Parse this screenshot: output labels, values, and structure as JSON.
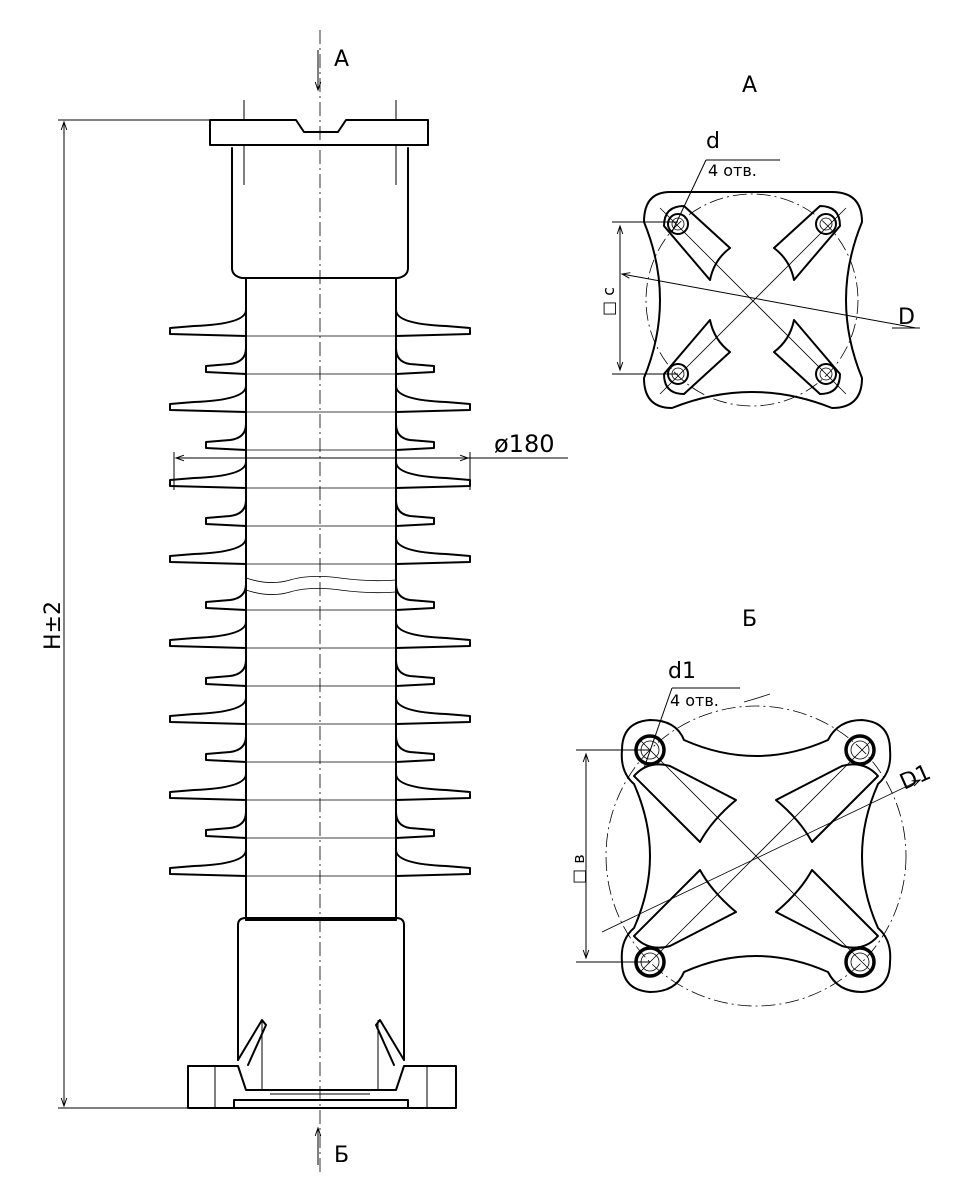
{
  "view_markers": {
    "top_arrow_label": "A",
    "bottom_arrow_label": "Б"
  },
  "main_view": {
    "height_dimension": "H±2",
    "diameter_dimension": "ø180"
  },
  "view_a": {
    "title": "A",
    "hole_label": "d",
    "hole_count": "4 отв.",
    "pcd_label": "D",
    "square_label": "□ c"
  },
  "view_b": {
    "title": "Б",
    "hole_label": "d1",
    "hole_count": "4 отв.",
    "pcd_label": "D1",
    "square_label": "□ в"
  }
}
